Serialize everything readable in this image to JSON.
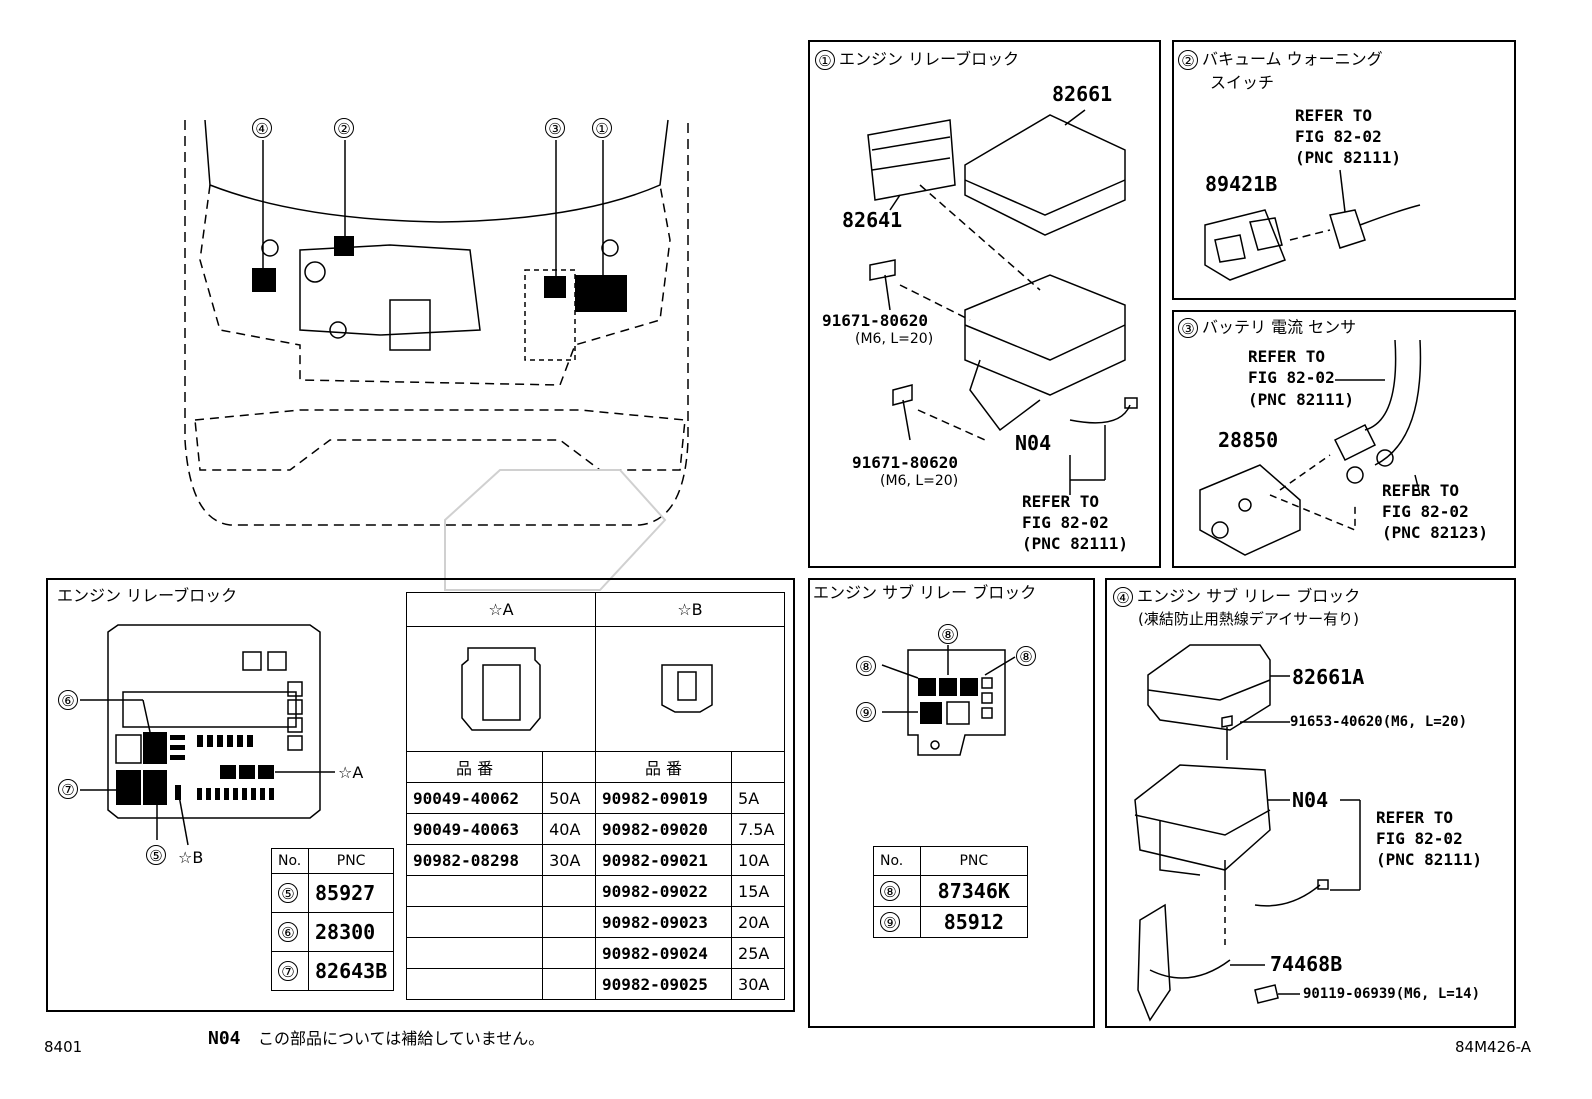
{
  "overview_callouts": [
    "④",
    "②",
    "③",
    "①"
  ],
  "panel1": {
    "num": "①",
    "title": "エンジン リレーブロック",
    "p1": "82661",
    "p2": "82641",
    "bolt1": "91671-80620",
    "bolt1_spec": "(M6, L=20)",
    "bolt2": "91671-80620",
    "bolt2_spec": "(M6, L=20)",
    "n04": "N04",
    "refer": [
      "REFER TO",
      "FIG 82-02",
      "(PNC 82111)"
    ]
  },
  "panel2": {
    "num": "②",
    "title": "バキューム ウォーニング",
    "title2": "スイッチ",
    "part": "89421B",
    "refer": [
      "REFER TO",
      "FIG 82-02",
      "(PNC 82111)"
    ]
  },
  "panel3": {
    "num": "③",
    "title": "バッテリ 電流 センサ",
    "part": "28850",
    "refer1": [
      "REFER TO",
      "FIG 82-02",
      "(PNC 82111)"
    ],
    "refer2": [
      "REFER TO",
      "FIG 82-02",
      "(PNC 82123)"
    ]
  },
  "panel_relay": {
    "title": "エンジン リレーブロック",
    "star_a": "☆A",
    "star_b": "☆B",
    "c5": "⑤",
    "c6": "⑥",
    "c7": "⑦"
  },
  "pnc_table": {
    "h_no": "No.",
    "h_pnc": "PNC",
    "rows": [
      {
        "no": "⑤",
        "pnc": "85927"
      },
      {
        "no": "⑥",
        "pnc": "28300"
      },
      {
        "no": "⑦",
        "pnc": "82643B"
      }
    ]
  },
  "fuse_table": {
    "head_a": "☆A",
    "head_b": "☆B",
    "hinban": "品 番",
    "a_rows": [
      [
        "90049-40062",
        "50A"
      ],
      [
        "90049-40063",
        "40A"
      ],
      [
        "90982-08298",
        "30A"
      ],
      [
        "",
        ""
      ],
      [
        "",
        ""
      ],
      [
        "",
        ""
      ],
      [
        "",
        ""
      ]
    ],
    "b_rows": [
      [
        "90982-09019",
        "5A"
      ],
      [
        "90982-09020",
        "7.5A"
      ],
      [
        "90982-09021",
        "10A"
      ],
      [
        "90982-09022",
        "15A"
      ],
      [
        "90982-09023",
        "20A"
      ],
      [
        "90982-09024",
        "25A"
      ],
      [
        "90982-09025",
        "30A"
      ]
    ]
  },
  "panel_sub": {
    "title": "エンジン サブ リレー ブロック",
    "c8": "⑧",
    "c9": "⑨"
  },
  "sub_table": {
    "h_no": "No.",
    "h_pnc": "PNC",
    "rows": [
      {
        "no": "⑧",
        "pnc": "87346K"
      },
      {
        "no": "⑨",
        "pnc": "85912"
      }
    ]
  },
  "panel4": {
    "num": "④",
    "title": "エンジン サブ リレー ブロック",
    "subtitle": "(凍結防止用熱線デアイサー有り)",
    "p1": "82661A",
    "bolt": "91653-40620(M6, L=20)",
    "n04": "N04",
    "refer": [
      "REFER TO",
      "FIG 82-02",
      "(PNC 82111)"
    ],
    "bracket": "74468B",
    "screw": "90119-06939(M6, L=14)"
  },
  "footer": {
    "left_code": "8401",
    "note_code": "N04",
    "note": "この部品については補給していません。",
    "right_code": "84M426-A"
  }
}
